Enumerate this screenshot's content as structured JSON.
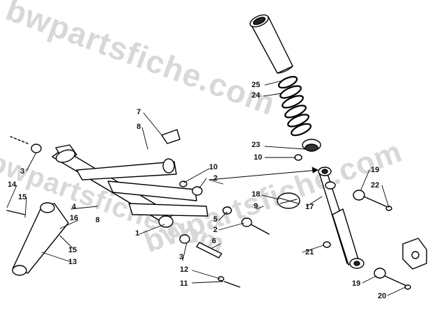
{
  "watermark": "bwpartsfiche.com",
  "part_numbers": [
    {
      "id": "p1",
      "text": "1"
    },
    {
      "id": "p2a",
      "text": "2"
    },
    {
      "id": "p2b",
      "text": "2"
    },
    {
      "id": "p3a",
      "text": "3"
    },
    {
      "id": "p3b",
      "text": "3"
    },
    {
      "id": "p4",
      "text": "4"
    },
    {
      "id": "p5",
      "text": "5"
    },
    {
      "id": "p6",
      "text": "6"
    },
    {
      "id": "p7",
      "text": "7"
    },
    {
      "id": "p8a",
      "text": "8"
    },
    {
      "id": "p8b",
      "text": "8"
    },
    {
      "id": "p9",
      "text": "9"
    },
    {
      "id": "p10a",
      "text": "10"
    },
    {
      "id": "p10b",
      "text": "10"
    },
    {
      "id": "p11",
      "text": "11"
    },
    {
      "id": "p12",
      "text": "12"
    },
    {
      "id": "p13",
      "text": "13"
    },
    {
      "id": "p14",
      "text": "14"
    },
    {
      "id": "p15a",
      "text": "15"
    },
    {
      "id": "p15b",
      "text": "15"
    },
    {
      "id": "p16",
      "text": "16"
    },
    {
      "id": "p17",
      "text": "17"
    },
    {
      "id": "p18",
      "text": "18"
    },
    {
      "id": "p19a",
      "text": "19"
    },
    {
      "id": "p19b",
      "text": "19"
    },
    {
      "id": "p20",
      "text": "20"
    },
    {
      "id": "p21",
      "text": "21"
    },
    {
      "id": "p22",
      "text": "22"
    },
    {
      "id": "p23",
      "text": "23"
    },
    {
      "id": "p24",
      "text": "24"
    },
    {
      "id": "p25",
      "text": "25"
    }
  ]
}
